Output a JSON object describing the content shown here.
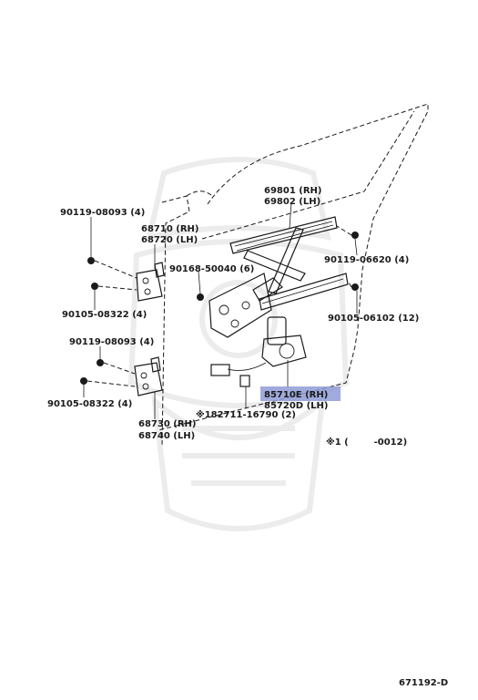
{
  "colors": {
    "line": "#1a1a1a",
    "highlight": "#8f9bd6",
    "watermark": "#ececec"
  },
  "labels": {
    "p69801": "69801 (RH)",
    "p69802": "69802 (LH)",
    "p90119_08093_top": "90119-08093 (4)",
    "p68710": "68710 (RH)",
    "p68720": "68720 (LH)",
    "p90168": "90168-50040 (6)",
    "p90119_06620": "90119-06620 (4)",
    "p90105_08322_top": "90105-08322 (4)",
    "p90105_06102": "90105-06102 (12)",
    "p90119_08093_mid": "90119-08093 (4)",
    "p90105_08322_mid": "90105-08322 (4)",
    "p85710E": "85710E (RH)",
    "p85720D": "85720D (LH)",
    "p182711": "※182711-16790 (2)",
    "p68730": "68730 (RH)",
    "p68740": "68740 (LH)",
    "note": "※1 (        -0012)",
    "diagram_code": "671192-D"
  }
}
